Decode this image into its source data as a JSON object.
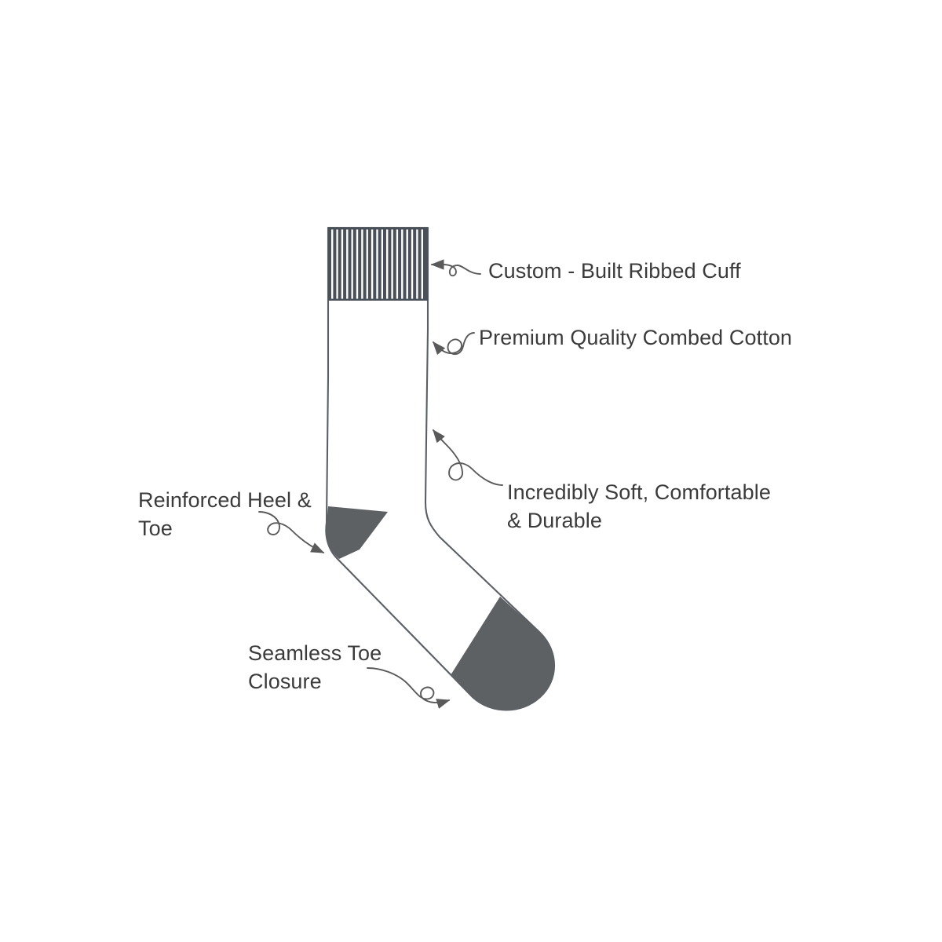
{
  "diagram": {
    "title": "Sock Product Feature Callout Diagram",
    "background_color": "#ffffff",
    "outline_color": "#5a5f66",
    "cuff_stripe_color": "#4a5059",
    "heel_toe_fill_color": "#5e6164",
    "label_text_color": "#3b3b3b",
    "arrow_color": "#5a5a5a"
  },
  "callouts": [
    {
      "id": "ribbed-cuff",
      "text": "Custom - Built Ribbed Cuff",
      "points_to": "ribbed-cuff-region",
      "side": "right"
    },
    {
      "id": "combed-cotton",
      "text": "Premium Quality Combed Cotton",
      "points_to": "leg-shaft-region",
      "side": "right"
    },
    {
      "id": "soft-durable",
      "text": "Incredibly Soft, Comfortable\n& Durable",
      "points_to": "lower-leg-region",
      "side": "right"
    },
    {
      "id": "reinforced-heel",
      "text": "Reinforced Heel &\nToe",
      "points_to": "heel-region",
      "side": "left"
    },
    {
      "id": "seamless-toe",
      "text": "Seamless Toe\nClosure",
      "points_to": "toe-region",
      "side": "left"
    }
  ],
  "sock_parts": {
    "cuff": {
      "name": "Custom - Built Ribbed Cuff",
      "stripe_count": 20
    },
    "leg": {
      "name": "Premium Quality Combed Cotton Leg"
    },
    "heel": {
      "name": "Reinforced Heel"
    },
    "toe": {
      "name": "Reinforced Seamless Toe"
    }
  }
}
